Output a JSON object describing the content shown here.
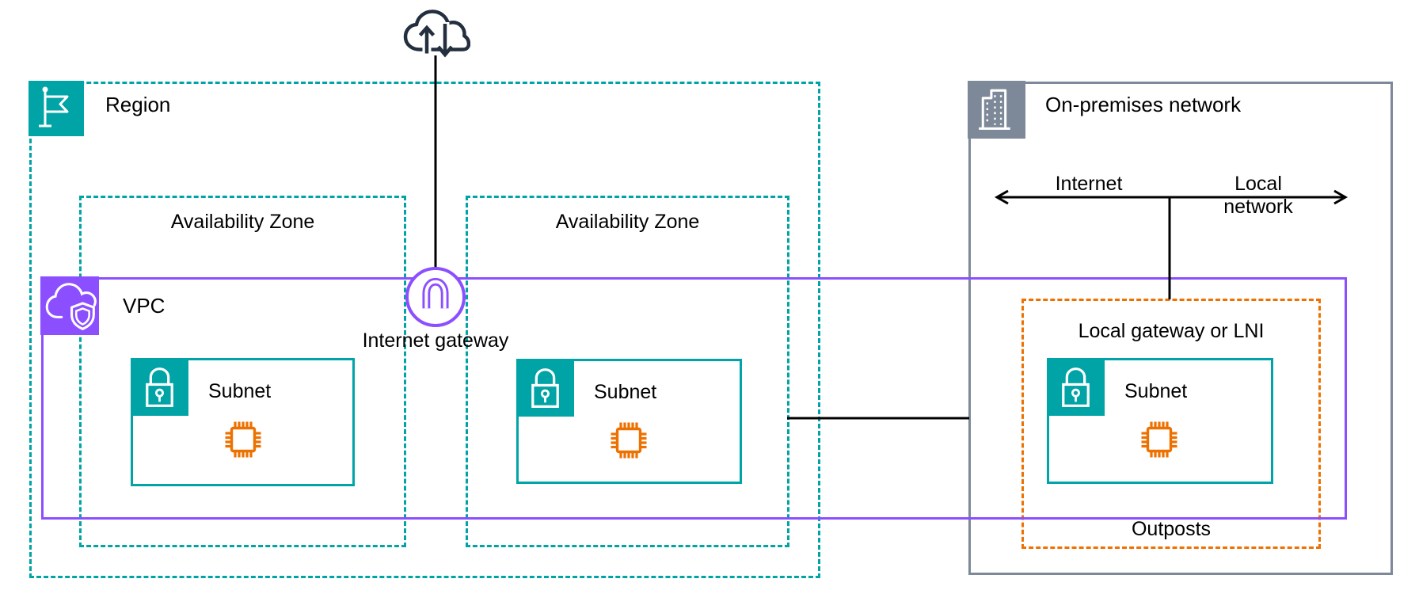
{
  "colors": {
    "teal": "#00A4A6",
    "purple": "#8C4FFF",
    "orange": "#ED7100",
    "gray": "#7D8998",
    "dark_navy": "#232F3E",
    "line_black": "#000000",
    "background": "#FFFFFF"
  },
  "diagram": {
    "region": {
      "label": "Region"
    },
    "availability_zones": [
      {
        "label": "Availability Zone"
      },
      {
        "label": "Availability Zone"
      }
    ],
    "vpc": {
      "label": "VPC"
    },
    "internet_gateway": {
      "label": "Internet gateway"
    },
    "subnets": [
      {
        "label": "Subnet"
      },
      {
        "label": "Subnet"
      },
      {
        "label": "Subnet"
      }
    ],
    "on_premises": {
      "label": "On-premises network",
      "arrow_left_label": "Internet",
      "arrow_right_label": "Local network"
    },
    "outposts": {
      "label": "Outposts",
      "local_gateway_label": "Local gateway or LNI"
    }
  }
}
